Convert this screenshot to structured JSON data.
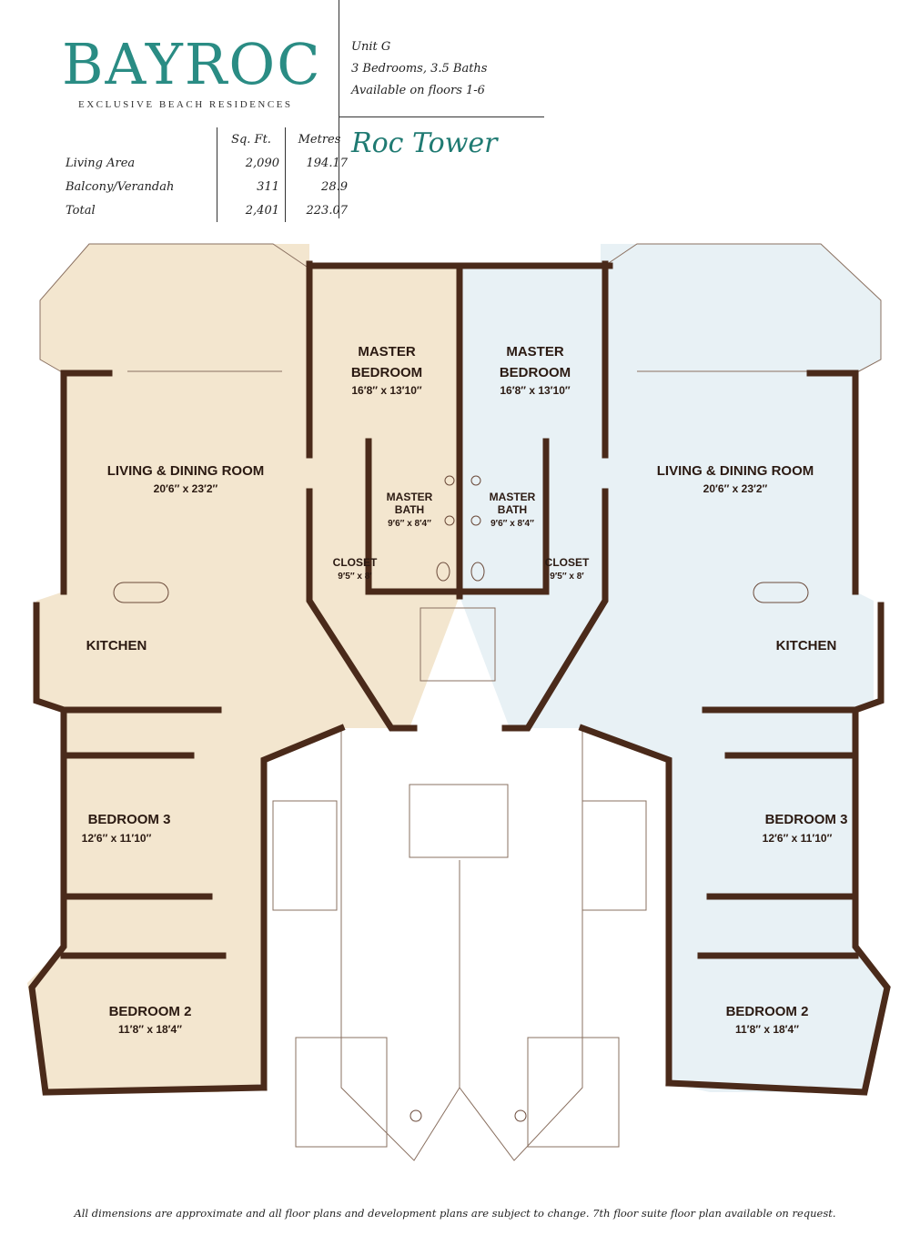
{
  "header": {
    "logo": {
      "word": "BAYROC",
      "subtitle": "EXCLUSIVE BEACH RESIDENCES"
    },
    "unit_lines": [
      "Unit G",
      "3 Bedrooms, 3.5 Baths",
      "Available on floors 1-6"
    ],
    "tower": "Roc Tower"
  },
  "areas": {
    "headers": [
      "Sq. Ft.",
      "Metres"
    ],
    "rows": [
      {
        "label": "Living Area",
        "sqft": "2,090",
        "metres": "194.17"
      },
      {
        "label": "Balcony/Verandah",
        "sqft": "311",
        "metres": "28.9"
      },
      {
        "label": "Total",
        "sqft": "2,401",
        "metres": "223.07"
      }
    ]
  },
  "rooms": {
    "left": {
      "master_bedroom": {
        "name1": "MASTER",
        "name2": "BEDROOM",
        "dim": "16′8″ x 13′10″"
      },
      "living": {
        "name": "LIVING & DINING ROOM",
        "dim": "20′6″ x 23′2″"
      },
      "master_bath": {
        "name1": "MASTER",
        "name2": "BATH",
        "dim": "9′6″ x 8′4″"
      },
      "closet": {
        "name": "CLOSET",
        "dim": "9′5″ x 8′"
      },
      "kitchen": {
        "name": "KITCHEN"
      },
      "bedroom3": {
        "name": "BEDROOM 3",
        "dim": "12′6″ x 11′10″"
      },
      "bedroom2": {
        "name": "BEDROOM 2",
        "dim": "11′8″ x 18′4″"
      }
    },
    "right": {
      "master_bedroom": {
        "name1": "MASTER",
        "name2": "BEDROOM",
        "dim": "16′8″ x 13′10″"
      },
      "living": {
        "name": "LIVING & DINING ROOM",
        "dim": "20′6″ x 23′2″"
      },
      "master_bath": {
        "name1": "MASTER",
        "name2": "BATH",
        "dim": "9′6″ x 8′4″"
      },
      "closet": {
        "name": "CLOSET",
        "dim": "9′5″ x 8′"
      },
      "kitchen": {
        "name": "KITCHEN"
      },
      "bedroom3": {
        "name": "BEDROOM 3",
        "dim": "12′6″ x 11′10″"
      },
      "bedroom2": {
        "name": "BEDROOM 2",
        "dim": "11′8″ x 18′4″"
      }
    }
  },
  "colors": {
    "left_fill": "#f3e6cf",
    "right_fill": "#e8f1f5",
    "wall": "#4a2a1a",
    "brand": "#2a8c84"
  },
  "footer": "All dimensions are approximate and all floor plans and development plans are subject to change. 7th floor suite floor plan available on request."
}
